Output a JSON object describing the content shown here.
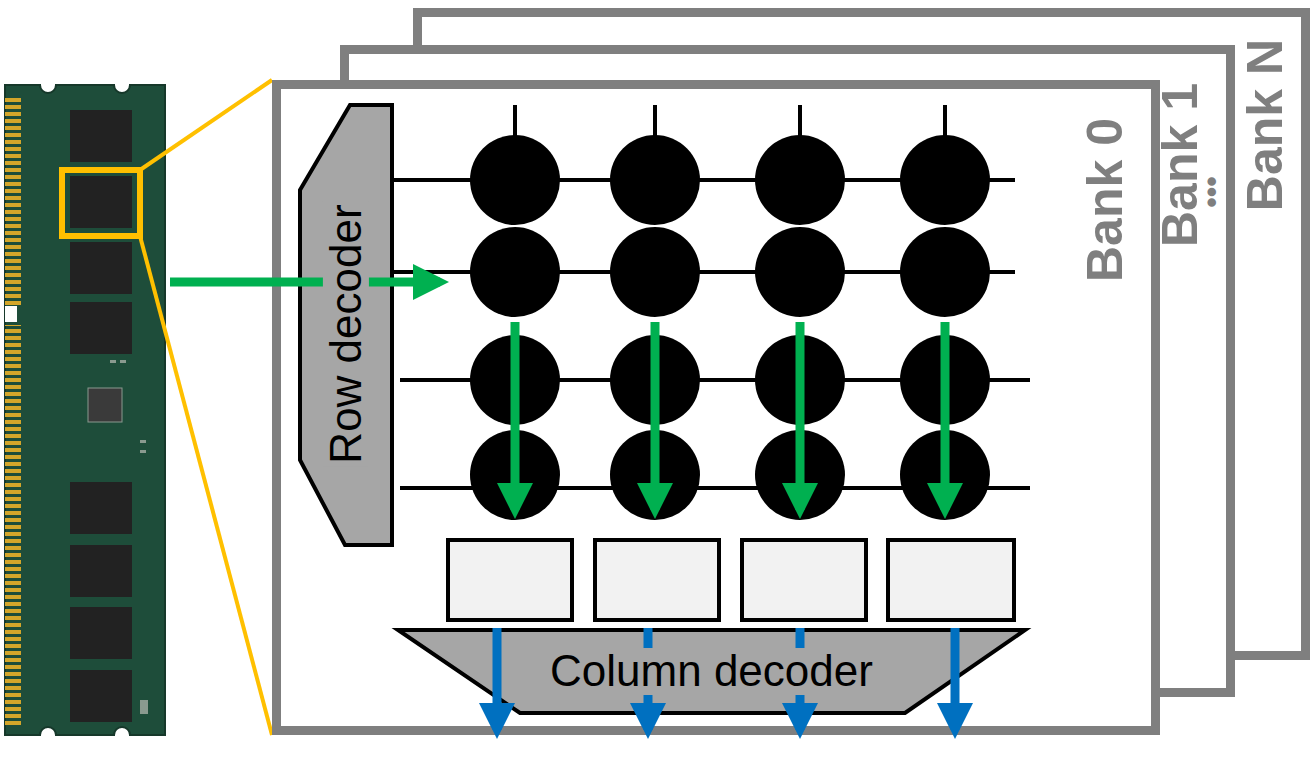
{
  "diagram": {
    "nodes": [
      {
        "text": [
          "Bank 0"
        ]
      },
      {
        "text": [
          "Row decoder"
        ],
        "in": 0
      },
      {
        "text": [
          "Column decoder"
        ],
        "in": 0
      },
      {
        "text": [
          "Bank 1"
        ]
      },
      {
        "text": [
          "Bank N"
        ]
      }
    ],
    "labels": [
      "•••"
    ]
  }
}
